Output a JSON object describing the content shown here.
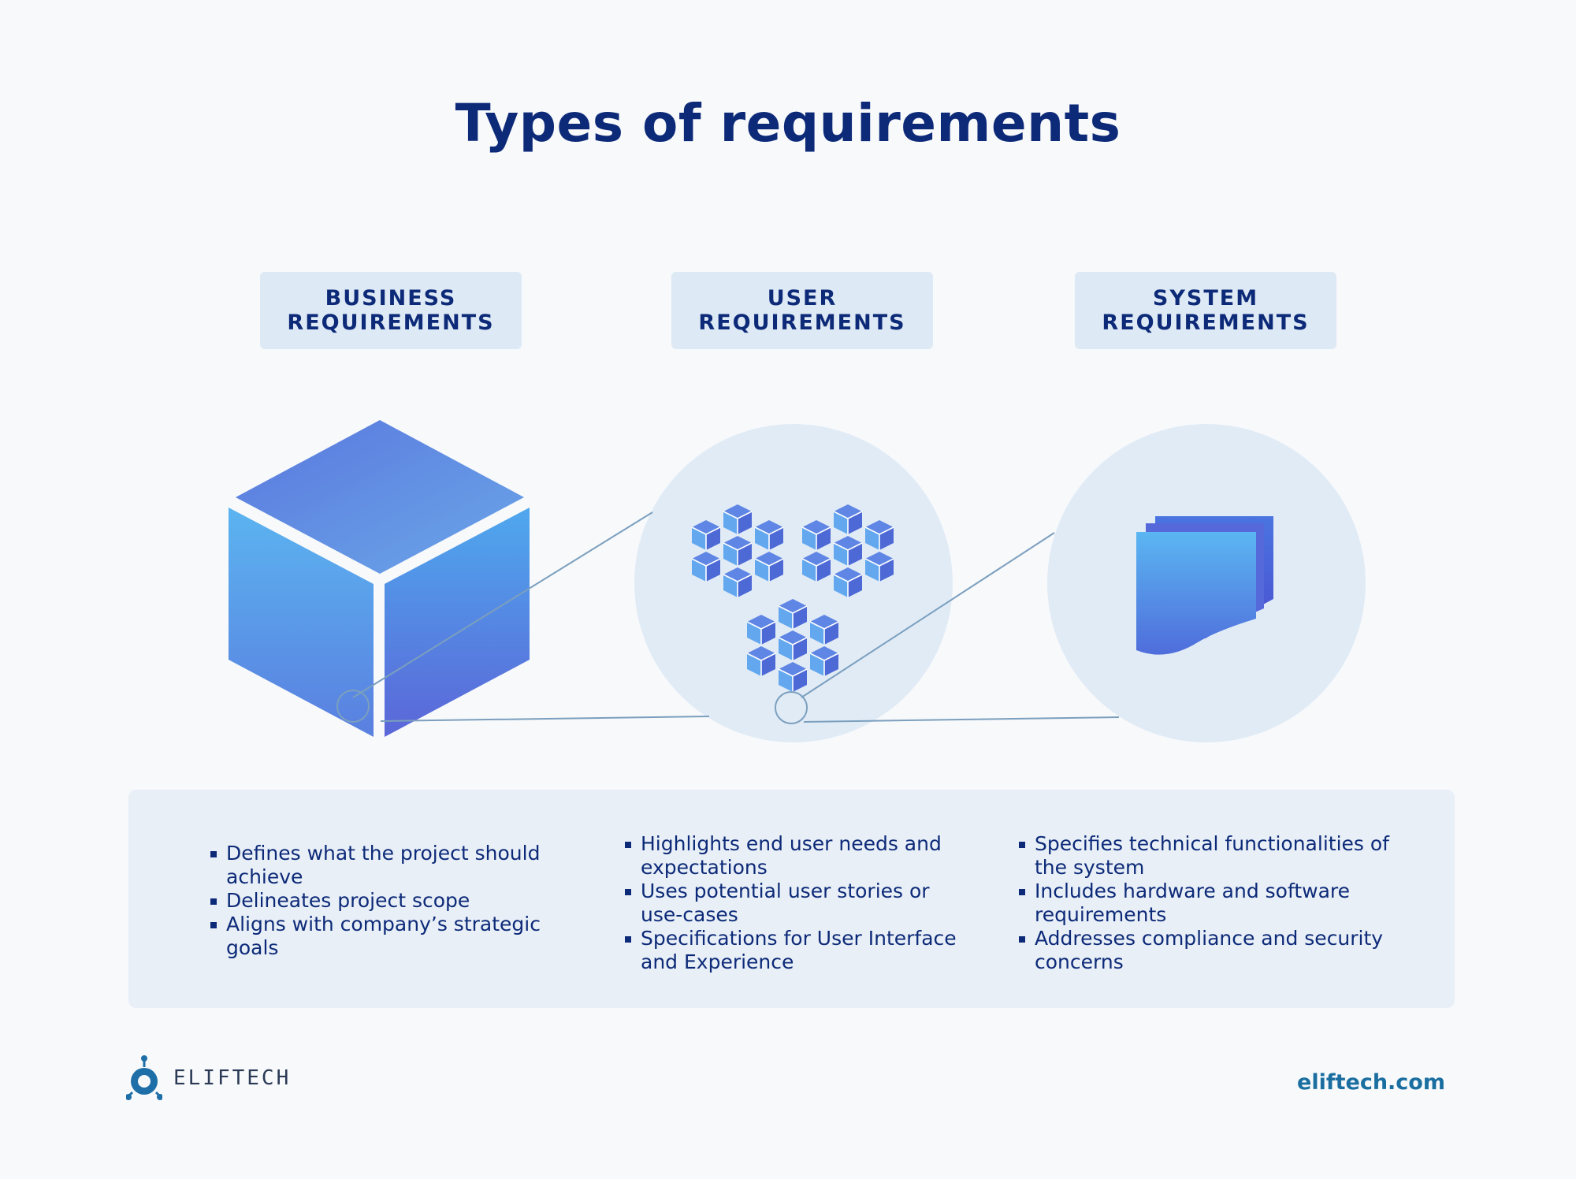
{
  "title": "Types of requirements",
  "categories": [
    {
      "line1": "BUSINESS",
      "line2": "REQUIREMENTS",
      "icon": "cube-icon"
    },
    {
      "line1": "USER",
      "line2": "REQUIREMENTS",
      "icon": "cube-cluster-icon"
    },
    {
      "line1": "SYSTEM",
      "line2": "REQUIREMENTS",
      "icon": "document-stack-icon"
    }
  ],
  "columns": [
    {
      "items": [
        "Defines what the project should achieve",
        "Delineates project scope",
        "Aligns with company’s strategic goals"
      ]
    },
    {
      "items": [
        "Highlights end user needs and expectations",
        "Uses potential user stories or use-cases",
        "Specifications for User Interface and Experience"
      ]
    },
    {
      "items": [
        "Specifies technical functionalities of the system",
        "Includes hardware and software requirements",
        "Addresses compliance and security concerns"
      ]
    }
  ],
  "footer": {
    "brand": "ELIFTECH",
    "site": "eliftech.com"
  },
  "colors": {
    "navy": "#0d2a78",
    "label_bg": "#dde9f5",
    "panel_bg": "#e8eff7",
    "circle_bg": "#e1ebf6",
    "accent": "#1a6ea0"
  }
}
